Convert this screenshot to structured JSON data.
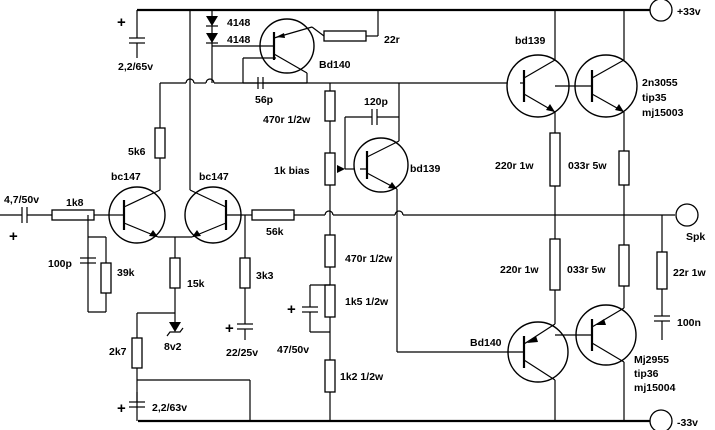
{
  "rails": {
    "positive": "+33v",
    "negative": "-33v",
    "output": "Spk"
  },
  "labels": {
    "c_in": "4,7/50v",
    "r_in": "1k8",
    "c_100p": "100p",
    "r_39k": "39k",
    "q1": "bc147",
    "q2": "bc147",
    "r_5k6": "5k6",
    "r_15k": "15k",
    "z_8v2": "8v2",
    "r_2k7": "2k7",
    "c_2_2_63": "2,2/63v",
    "r_3k3": "3k3",
    "c_22_25": "22/25v",
    "r_56k": "56k",
    "c_2_2_65": "2,2/65v",
    "d1": "4148",
    "d2": "4148",
    "r_22r": "22r",
    "q3": "Bd140",
    "c_56p": "56p",
    "r_470_top": "470r 1/2w",
    "c_120p": "120p",
    "p_1k_bias": "1k bias",
    "q4": "bd139",
    "r_470_bot": "470r 1/2w",
    "r_1k5": "1k5 1/2w",
    "c_47_50": "47/50v",
    "r_1k2": "1k2 1/2w",
    "q5": "bd139",
    "q6_1": "2n3055",
    "q6_2": "tip35",
    "q6_3": "mj15003",
    "r_220_top": "220r 1w",
    "r_033_top": "033r 5w",
    "r_220_bot": "220r 1w",
    "r_033_bot": "033r 5w",
    "q7": "Bd140",
    "q8_1": "Mj2955",
    "q8_2": "tip36",
    "q8_3": "mj15004",
    "r_22r_1w": "22r 1w",
    "c_100n": "100n",
    "plus": "+"
  }
}
